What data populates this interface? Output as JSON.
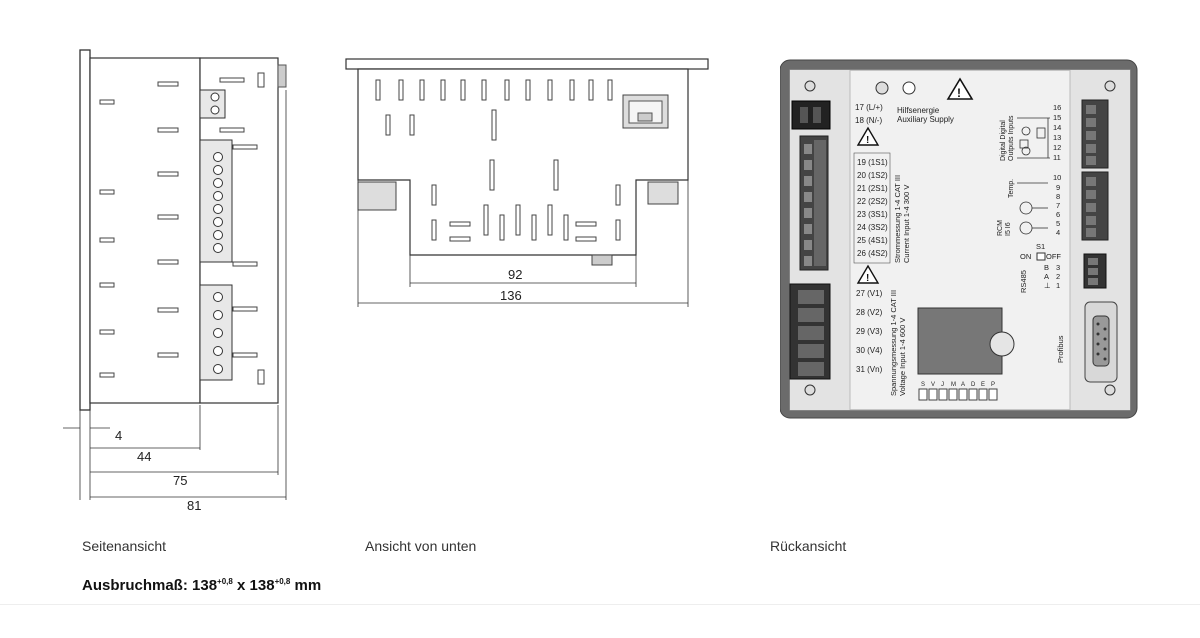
{
  "captions": {
    "side": "Seitenansicht",
    "bottom": "Ansicht von unten",
    "back": "Rückansicht"
  },
  "cutout": {
    "prefix": "Ausbruchmaß: 138",
    "tol1": "+0,8",
    "mid": " x 138",
    "tol2": "+0,8",
    "unit": " mm"
  },
  "side_view": {
    "dims": [
      "4",
      "44",
      "75",
      "81"
    ]
  },
  "bottom_view": {
    "dims": [
      "92",
      "136"
    ]
  },
  "back_view": {
    "aux_terminals": [
      "17 (L/+)",
      "18 (N/-)"
    ],
    "aux_label": [
      "Hilfsenergie",
      "Auxiliary Supply"
    ],
    "current_terminals": [
      "19 (1S1)",
      "20 (1S2)",
      "21 (2S1)",
      "22 (2S2)",
      "23 (3S1)",
      "24 (3S2)",
      "25 (4S1)",
      "26 (4S2)"
    ],
    "current_label": [
      "Strommessung 1-4 CAT III",
      "Current Input 1-4   300 V"
    ],
    "voltage_terminals": [
      "27 (V1)",
      "28 (V2)",
      "29 (V3)",
      "30 (V4)",
      "31 (Vn)"
    ],
    "voltage_label": [
      "Spannungsmessung 1-4 CAT III",
      "Voltage Input 1-4     600 V"
    ],
    "digital_label": [
      "Digital  Digital",
      "Outputs Inputs"
    ],
    "digital_numbers": [
      "16",
      "15",
      "14",
      "13",
      "12",
      "11"
    ],
    "temp_numbers": [
      "10",
      "9",
      "8",
      "7",
      "6",
      "5",
      "4"
    ],
    "temp_label": "Temp.",
    "rcm_label": [
      "RCM",
      "I5   I6"
    ],
    "s1_label": "S1",
    "s1_on": "ON",
    "s1_off": "OFF",
    "rs485_label": "RS485",
    "rs485_pins": [
      "B",
      "A",
      "⊥"
    ],
    "rs485_numbers": [
      "3",
      "2",
      "1"
    ],
    "profibus_label": "Profibus",
    "dip_labels": [
      "S",
      "V",
      "J",
      "M",
      "A",
      "D",
      "E",
      "P"
    ]
  }
}
